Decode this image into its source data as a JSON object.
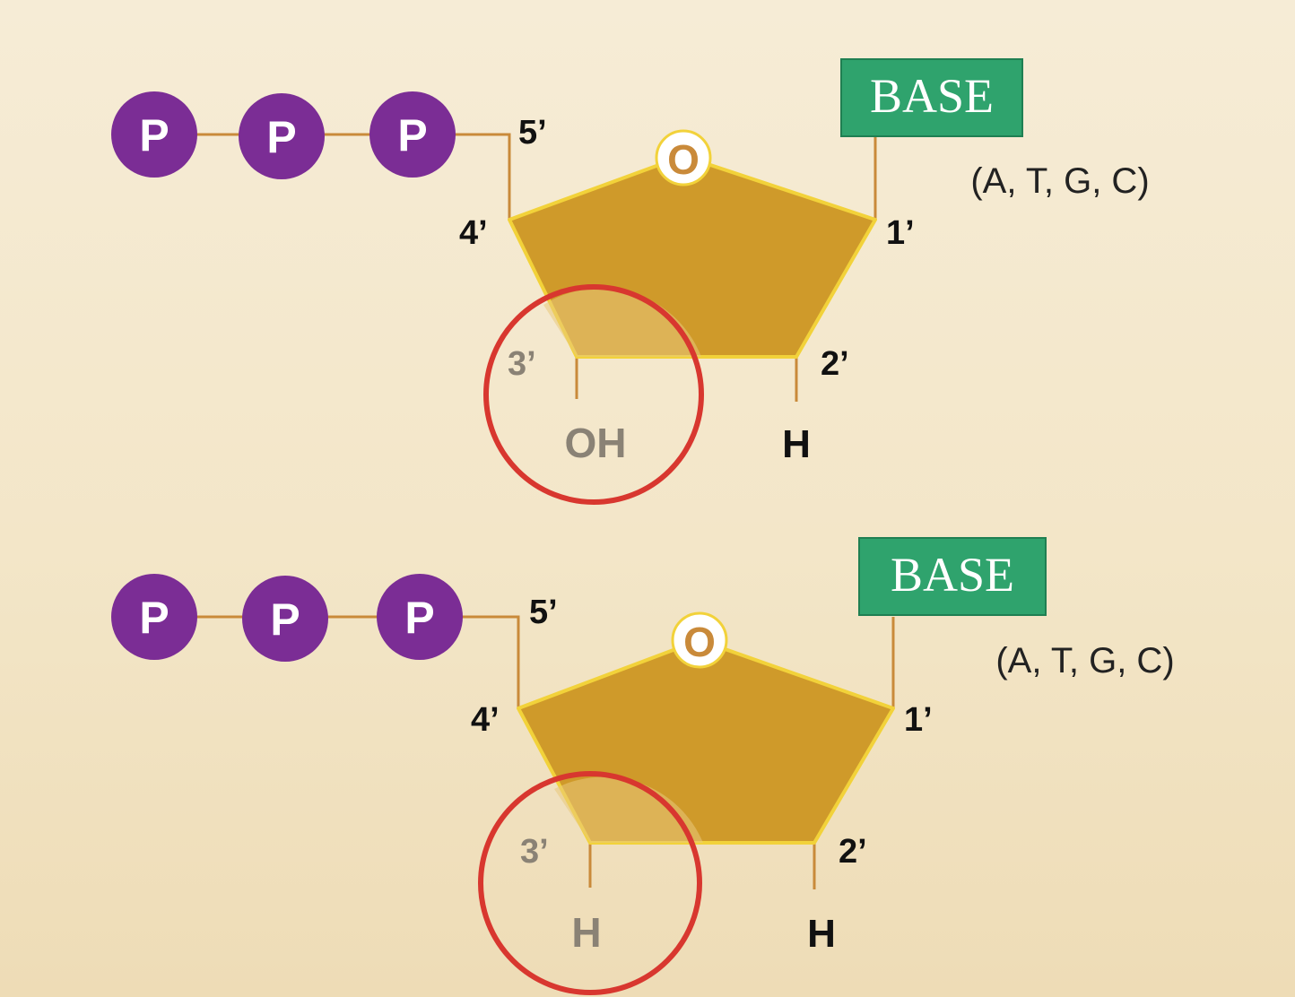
{
  "colors": {
    "background": "#f5e9d0",
    "phosphate": "#7b2d95",
    "sugar": "#cf9a2a",
    "sugar_edge": "#f2d23a",
    "bond": "#c98a3a",
    "base_box": "#2fa36d",
    "highlight_circle": "#d8372f",
    "label_dark": "#111111",
    "label_faded": "#8a8275"
  },
  "diagrams": [
    {
      "name": "top",
      "phosphates": [
        "P",
        "P",
        "P"
      ],
      "base": "BASE",
      "base_options": "(A, T, G, C)",
      "oxygen": "O",
      "carbons": {
        "c1": "1’",
        "c2": "2’",
        "c3": "3’",
        "c4": "4’",
        "c5": "5’"
      },
      "c2_group": "H",
      "c3_group": "OH"
    },
    {
      "name": "bottom",
      "phosphates": [
        "P",
        "P",
        "P"
      ],
      "base": "BASE",
      "base_options": "(A, T, G, C)",
      "oxygen": "O",
      "carbons": {
        "c1": "1’",
        "c2": "2’",
        "c3": "3’",
        "c4": "4’",
        "c5": "5’"
      },
      "c2_group": "H",
      "c3_group": "H"
    }
  ]
}
